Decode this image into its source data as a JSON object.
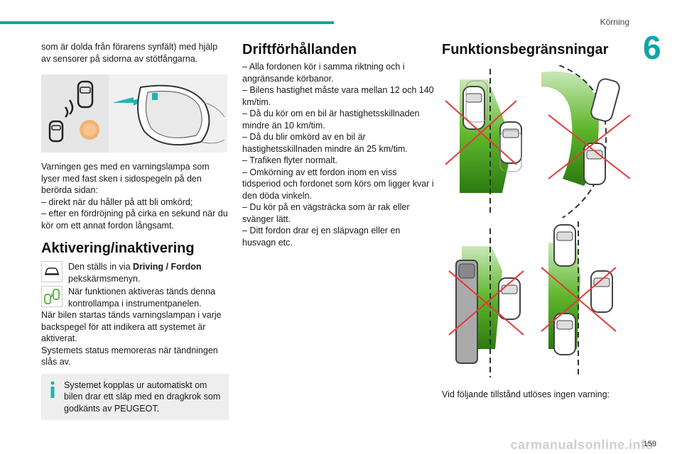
{
  "header": {
    "section": "Körning",
    "chapter": "6"
  },
  "footer": {
    "page": "159",
    "watermark": "carmanualsonline.info"
  },
  "col1": {
    "intro": "som är dolda från förarens synfält) med hjälp av sensorer på sidorna av stötfångarna.",
    "warning_text": "Varningen ges med en varningslampa som lyser med fast sken i sidospegeln på den berörda sidan:",
    "warning_items": [
      "– direkt när du håller på att bli omkörd;",
      "– efter en fördröjning på cirka en sekund när du kör om ett annat fordon långsamt."
    ],
    "activation_heading": "Aktivering/inaktivering",
    "menu_prefix": "Den ställs in via ",
    "menu_bold": "Driving / Fordon",
    "menu_suffix": " pekskärmsmenyn.",
    "lamp_text": "När funktionen aktiveras tänds denna kontrollampa i instrumentpanelen.",
    "start_text": "När bilen startas tänds varningslampan i varje backspegel för att indikera att systemet är aktiverat.",
    "memory_text": "Systemets status memoreras när tändningen slås av.",
    "info_text": "Systemet kopplas ur automatiskt om bilen drar ett släp med en dragkrok som godkänts av PEUGEOT."
  },
  "col2": {
    "heading": "Driftförhållanden",
    "items": [
      "– Alla fordonen kör i samma riktning och i angränsande körbanor.",
      "– Bilens hastighet måste vara mellan 12 och 140 km/tim.",
      "– Då du kör om en bil är hastighetsskillnaden mindre än 10 km/tim.",
      "– Då du blir omkörd av en bil är hastighetsskillnaden mindre än 25 km/tim.",
      "– Trafiken flyter normalt.",
      "– Omkörning av ett fordon inom en viss tidsperiod och fordonet som körs om ligger kvar i den döda vinkeln.",
      "– Du kör på en vägsträcka som är rak eller svänger lätt.",
      "– Ditt fordon drar ej en släpvagn eller en husvagn etc."
    ]
  },
  "col3": {
    "heading": "Funktionsbegränsningar",
    "caption": "Vid följande tillstånd utlöses ingen varning:"
  },
  "colors": {
    "accent": "#0ea5a8",
    "green": "#3c9a1c",
    "cross": "#e23a3a"
  },
  "icons": [
    "mirror-icon",
    "sensor-waves-icon",
    "car-menu-icon",
    "blind-spot-lamp-icon",
    "info-icon"
  ]
}
